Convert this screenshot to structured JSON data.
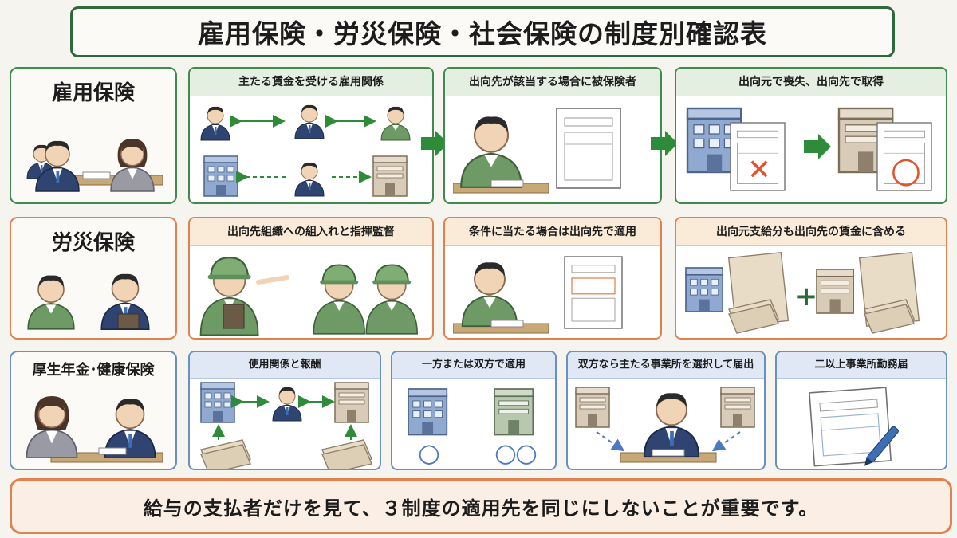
{
  "title": "雇用保険・労災保険・社会保険の制度別確認表",
  "rows": {
    "koyo": {
      "label": "雇用保険",
      "panels": [
        "主たる賃金を受ける雇用関係",
        "出向先が該当する場合に被保険者",
        "出向元で喪失、出向先で取得"
      ]
    },
    "rosai": {
      "label": "労災保険",
      "panels": [
        "出向先組織への組入れと指揮監督",
        "条件に当たる場合は出向先で適用",
        "出向元支給分も出向先の賃金に含める"
      ]
    },
    "shakai": {
      "label": "厚生年金･健康保険",
      "panels": [
        "使用関係と報酬",
        "一方または双方で適用",
        "双方なら主たる事業所を選択して届出",
        "二以上事業所勤務届"
      ]
    }
  },
  "symbols": {
    "cross": "✕",
    "circle": "○",
    "plus": "+"
  },
  "footer": "給与の支払者だけを見て、３制度の適用先を同じにしないことが重要です。",
  "colors": {
    "green": "#3f8a4c",
    "orange": "#e0824f",
    "blue": "#6a8fc0",
    "suitNavy": "#2f4470",
    "workGreen": "#5f8f5a",
    "arrowGreen": "#2e8b3a",
    "cross": "#e4512b"
  }
}
